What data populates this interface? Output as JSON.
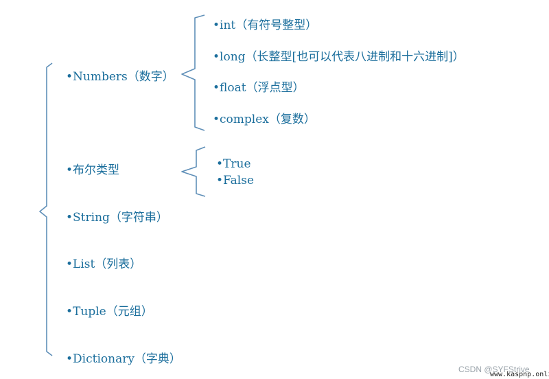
{
  "colors": {
    "text": "#1b6e9c",
    "brace": "#5f8fb8",
    "watermark": "#9aa3aa"
  },
  "root": {
    "items": [
      "•Numbers（数字）",
      "•布尔类型",
      "•String（字符串）",
      "•List（列表）",
      "•Tuple（元组）",
      "•Dictionary（字典）"
    ]
  },
  "numbers": {
    "items": [
      "•int（有符号整型）",
      "•long（长整型[也可以代表八进制和十六进制]）",
      "•float（浮点型）",
      "•complex（复数）"
    ]
  },
  "boolean": {
    "items": [
      "•True",
      "•False"
    ]
  },
  "footer": {
    "watermark": "CSDN @SYFStrive",
    "site": "www.kaspnp.online"
  }
}
